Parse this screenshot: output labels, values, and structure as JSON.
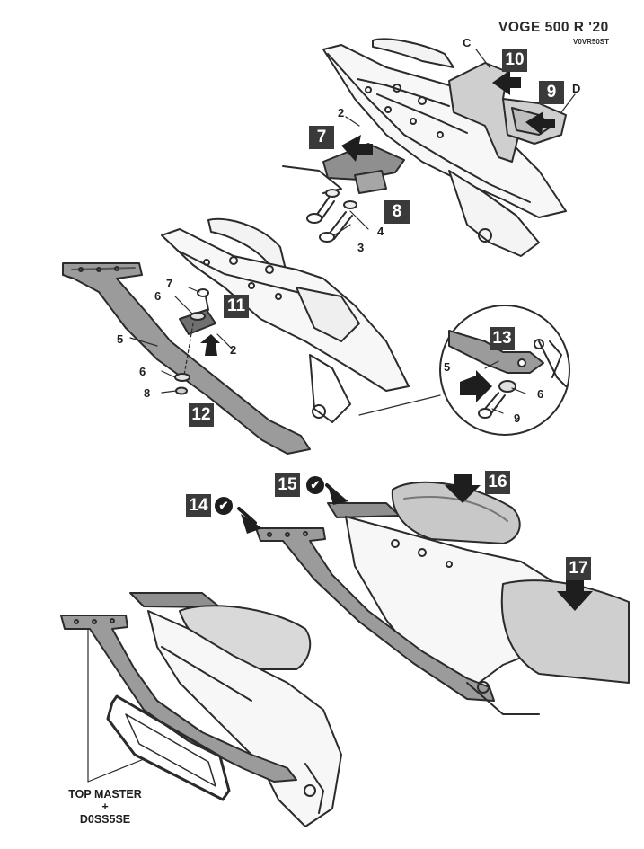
{
  "header": {
    "model": "VOGE 500 R '20",
    "code": "V0VR50ST"
  },
  "steps": {
    "s7": "7",
    "s8": "8",
    "s9": "9",
    "s10": "10",
    "s11": "11",
    "s12": "12",
    "s13": "13",
    "s14": "14",
    "s15": "15",
    "s16": "16",
    "s17": "17"
  },
  "letters": {
    "c": "C",
    "d": "D"
  },
  "parts": {
    "p2a": "2",
    "p4": "4",
    "p3": "3",
    "p7": "7",
    "p6a": "6",
    "p5a": "5",
    "p2b": "2",
    "p6b": "6",
    "p8": "8",
    "p5b": "5",
    "p6c": "6",
    "p9": "9"
  },
  "checkmark": "✔",
  "footer": {
    "line1": "TOP MASTER",
    "line2": "+",
    "line3": "D0SS5SE"
  }
}
